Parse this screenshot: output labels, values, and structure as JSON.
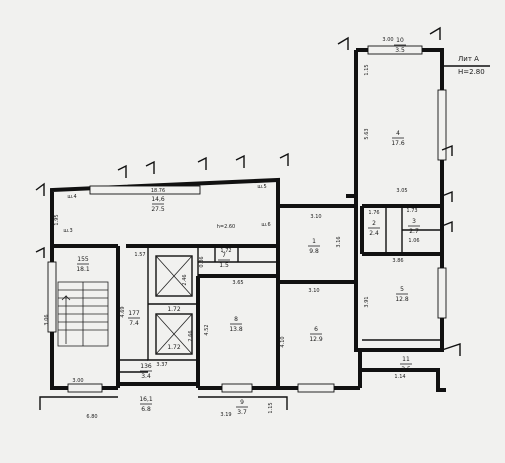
{
  "axis": {
    "name": "Лит А",
    "height": "H=2.80"
  },
  "rooms": [
    {
      "id": "r10",
      "num": "10",
      "area": "3.5"
    },
    {
      "id": "r4",
      "num": "4",
      "area": "17.6"
    },
    {
      "id": "r14",
      "num": "14,6",
      "area": "27.5"
    },
    {
      "id": "r1",
      "num": "1",
      "area": "9.8"
    },
    {
      "id": "r2",
      "num": "2",
      "area": "2.4"
    },
    {
      "id": "r3",
      "num": "3",
      "area": "2.7"
    },
    {
      "id": "r5",
      "num": "5",
      "area": "12.8"
    },
    {
      "id": "r15",
      "num": "155",
      "area": "18.1"
    },
    {
      "id": "r7",
      "num": "7",
      "area": "1.5"
    },
    {
      "id": "r17",
      "num": "177",
      "area": "7.4"
    },
    {
      "id": "r8",
      "num": "8",
      "area": "13.8"
    },
    {
      "id": "r6",
      "num": "6",
      "area": "12.9"
    },
    {
      "id": "r11",
      "num": "11",
      "area": "3.5"
    },
    {
      "id": "r16",
      "num": "16,1",
      "area": "6.8"
    },
    {
      "id": "r18",
      "num": "136",
      "area": "3.4"
    },
    {
      "id": "r9",
      "num": "9",
      "area": "3.7"
    },
    {
      "id": "r172",
      "num": "",
      "area": "1.72"
    },
    {
      "id": "rlift",
      "num": "",
      "area": "1.72"
    }
  ],
  "dims": {
    "d300top": "3.00",
    "d115a": "1.15",
    "d563": "5.63",
    "d305": "3.05",
    "d1876": "18.76",
    "d1s": "1.95",
    "d4top": "ш.4",
    "d5top": "ш.5",
    "d36": "ш.6",
    "d33": "ш.3",
    "d260": "h=2.60",
    "d310": "3.10",
    "d316": "3.16",
    "d176": "1.76",
    "d173": "1.73",
    "d106": "1.06",
    "d386": "3.86",
    "d391": "3.91",
    "d157": "1.57",
    "d172": "1.72",
    "d086": "0.86",
    "d365": "3.65",
    "d310b": "3.10",
    "d469": "4.69",
    "d452": "4.52",
    "d410": "4.10",
    "d337": "3.37",
    "d306": "3.06",
    "d300": "3.00",
    "d680": "6.80",
    "d319": "3.19",
    "d115b": "1.15",
    "d246": "2.46",
    "d266": "2.66",
    "d114": "1.14"
  }
}
